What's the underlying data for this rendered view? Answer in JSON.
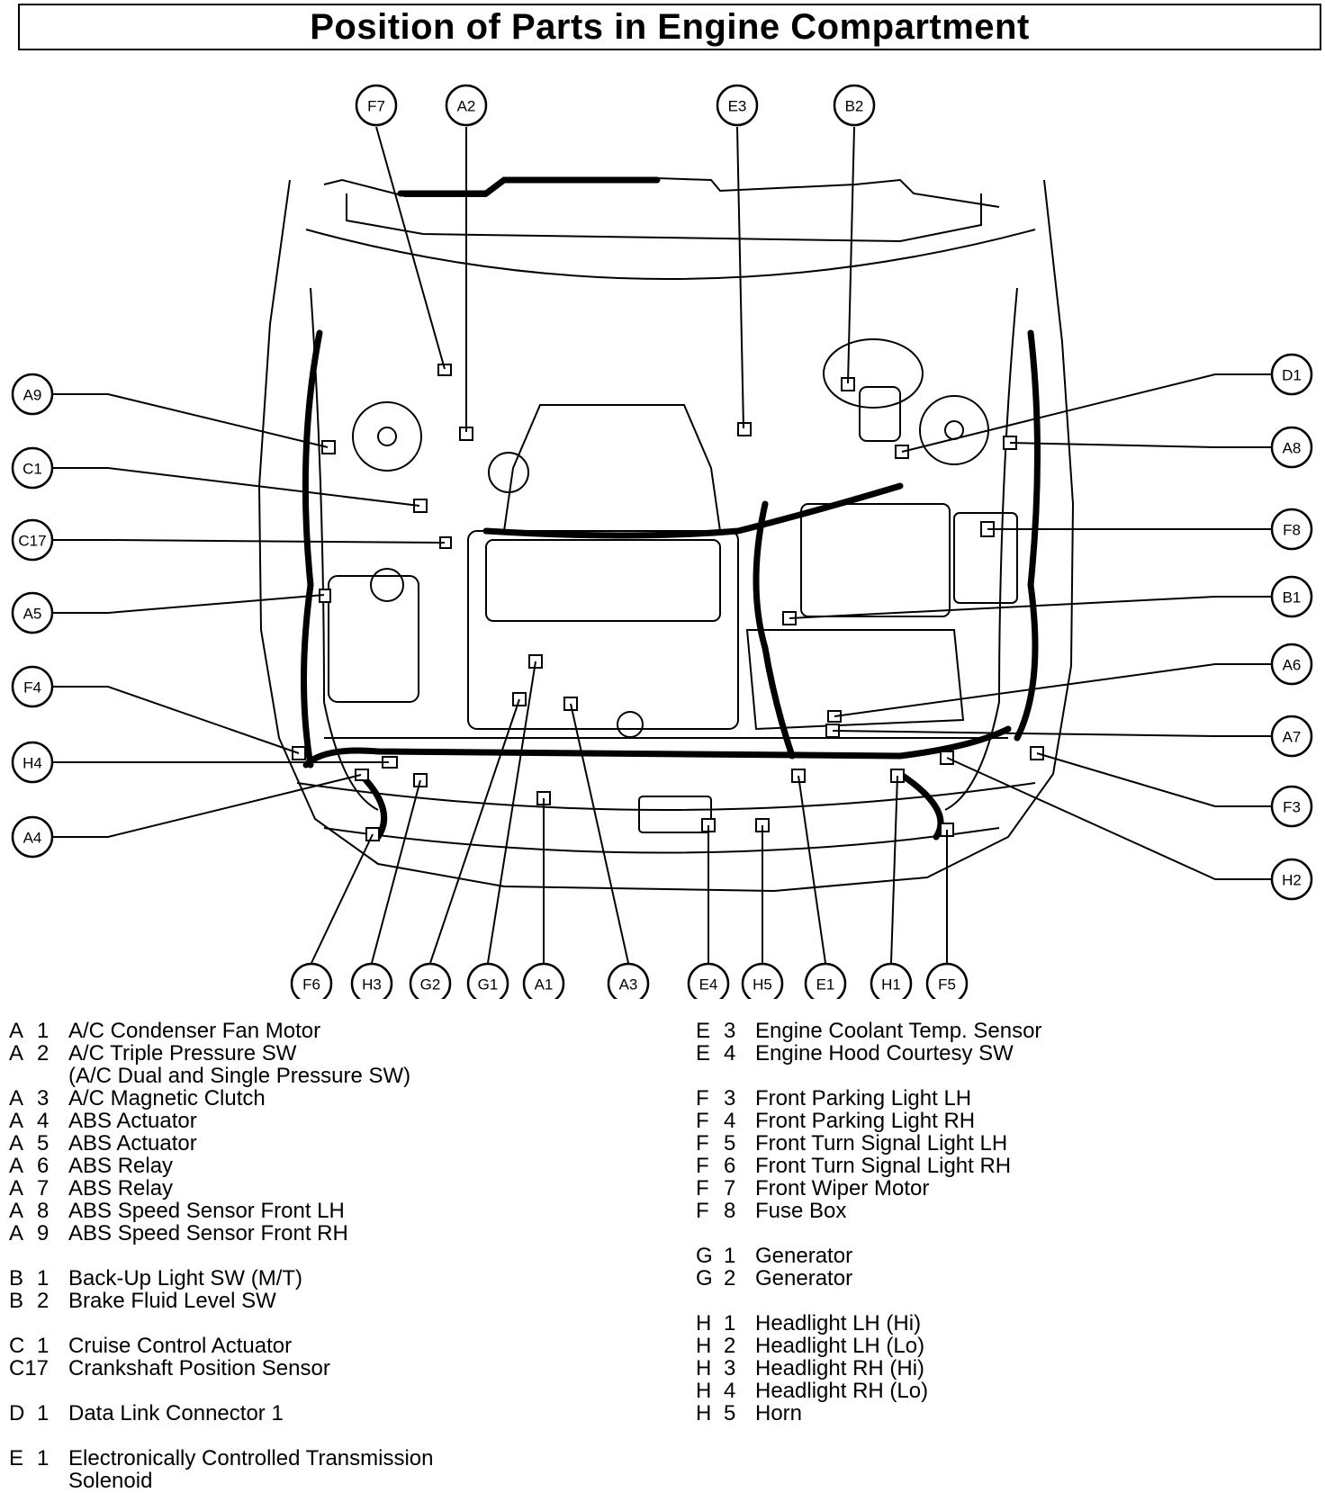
{
  "title": "Position of Parts in Engine Compartment",
  "callouts": [
    {
      "label": "F7"
    },
    {
      "label": "A2"
    },
    {
      "label": "E3"
    },
    {
      "label": "B2"
    },
    {
      "label": "A9"
    },
    {
      "label": "C1"
    },
    {
      "label": "C17"
    },
    {
      "label": "A5"
    },
    {
      "label": "F4"
    },
    {
      "label": "H4"
    },
    {
      "label": "A4"
    },
    {
      "label": "D1"
    },
    {
      "label": "A8"
    },
    {
      "label": "F8"
    },
    {
      "label": "B1"
    },
    {
      "label": "A6"
    },
    {
      "label": "A7"
    },
    {
      "label": "F3"
    },
    {
      "label": "H2"
    },
    {
      "label": "F6"
    },
    {
      "label": "H3"
    },
    {
      "label": "G2"
    },
    {
      "label": "G1"
    },
    {
      "label": "A1"
    },
    {
      "label": "A3"
    },
    {
      "label": "E4"
    },
    {
      "label": "H5"
    },
    {
      "label": "E1"
    },
    {
      "label": "H1"
    },
    {
      "label": "F5"
    }
  ],
  "legend_left": [
    {
      "letter": "A",
      "num": "1",
      "desc": "A/C Condenser Fan Motor"
    },
    {
      "letter": "A",
      "num": "2",
      "desc": "A/C Triple Pressure SW"
    },
    {
      "letter": "",
      "num": "",
      "desc": "(A/C Dual and Single Pressure SW)"
    },
    {
      "letter": "A",
      "num": "3",
      "desc": "A/C Magnetic Clutch"
    },
    {
      "letter": "A",
      "num": "4",
      "desc": "ABS Actuator"
    },
    {
      "letter": "A",
      "num": "5",
      "desc": "ABS Actuator"
    },
    {
      "letter": "A",
      "num": "6",
      "desc": "ABS Relay"
    },
    {
      "letter": "A",
      "num": "7",
      "desc": "ABS Relay"
    },
    {
      "letter": "A",
      "num": "8",
      "desc": "ABS Speed Sensor Front LH"
    },
    {
      "letter": "A",
      "num": "9",
      "desc": "ABS Speed Sensor Front RH"
    },
    {
      "gap": true
    },
    {
      "letter": "B",
      "num": "1",
      "desc": "Back-Up Light SW (M/T)"
    },
    {
      "letter": "B",
      "num": "2",
      "desc": "Brake Fluid Level SW"
    },
    {
      "gap": true
    },
    {
      "letter": "C",
      "num": "1",
      "desc": "Cruise Control Actuator"
    },
    {
      "letter": "C17",
      "num": "",
      "desc": "Crankshaft Position Sensor"
    },
    {
      "gap": true
    },
    {
      "letter": "D",
      "num": "1",
      "desc": "Data Link Connector 1"
    },
    {
      "gap": true
    },
    {
      "letter": "E",
      "num": "1",
      "desc": "Electronically Controlled Transmission"
    },
    {
      "letter": "",
      "num": "",
      "desc": "Solenoid"
    }
  ],
  "legend_right": [
    {
      "letter": "E",
      "num": "3",
      "desc": "Engine Coolant Temp. Sensor"
    },
    {
      "letter": "E",
      "num": "4",
      "desc": "Engine Hood Courtesy SW"
    },
    {
      "gap": true
    },
    {
      "letter": "F",
      "num": "3",
      "desc": "Front Parking Light LH"
    },
    {
      "letter": "F",
      "num": "4",
      "desc": "Front Parking Light RH"
    },
    {
      "letter": "F",
      "num": "5",
      "desc": "Front Turn Signal Light LH"
    },
    {
      "letter": "F",
      "num": "6",
      "desc": "Front Turn Signal Light RH"
    },
    {
      "letter": "F",
      "num": "7",
      "desc": "Front Wiper Motor"
    },
    {
      "letter": "F",
      "num": "8",
      "desc": "Fuse Box"
    },
    {
      "gap": true
    },
    {
      "letter": "G",
      "num": "1",
      "desc": "Generator"
    },
    {
      "letter": "G",
      "num": "2",
      "desc": "Generator"
    },
    {
      "gap": true
    },
    {
      "letter": "H",
      "num": "1",
      "desc": "Headlight LH (Hi)"
    },
    {
      "letter": "H",
      "num": "2",
      "desc": "Headlight LH (Lo)"
    },
    {
      "letter": "H",
      "num": "3",
      "desc": "Headlight RH (Hi)"
    },
    {
      "letter": "H",
      "num": "4",
      "desc": "Headlight RH (Lo)"
    },
    {
      "letter": "H",
      "num": "5",
      "desc": "Horn"
    }
  ]
}
